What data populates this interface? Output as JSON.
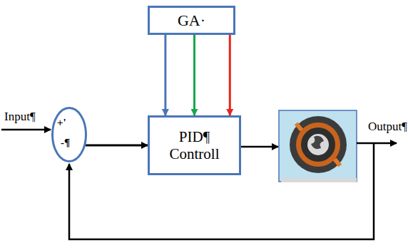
{
  "diagram": {
    "nodes": [
      {
        "text": [
          "GA·"
        ]
      },
      {
        "text": [
          "+'",
          "-¶"
        ]
      },
      {
        "text": [
          "PID¶ Controll"
        ]
      }
    ],
    "edges": [
      {
        "from": 0,
        "to": 2,
        "arrow": "to"
      },
      {
        "from": 0,
        "to": 2,
        "arrow": "to"
      },
      {
        "from": 0,
        "to": 2,
        "arrow": "to"
      },
      {
        "from": 1,
        "to": 2,
        "arrow": "to"
      }
    ],
    "labels": [
      "Input¶",
      "Output¶"
    ]
  }
}
